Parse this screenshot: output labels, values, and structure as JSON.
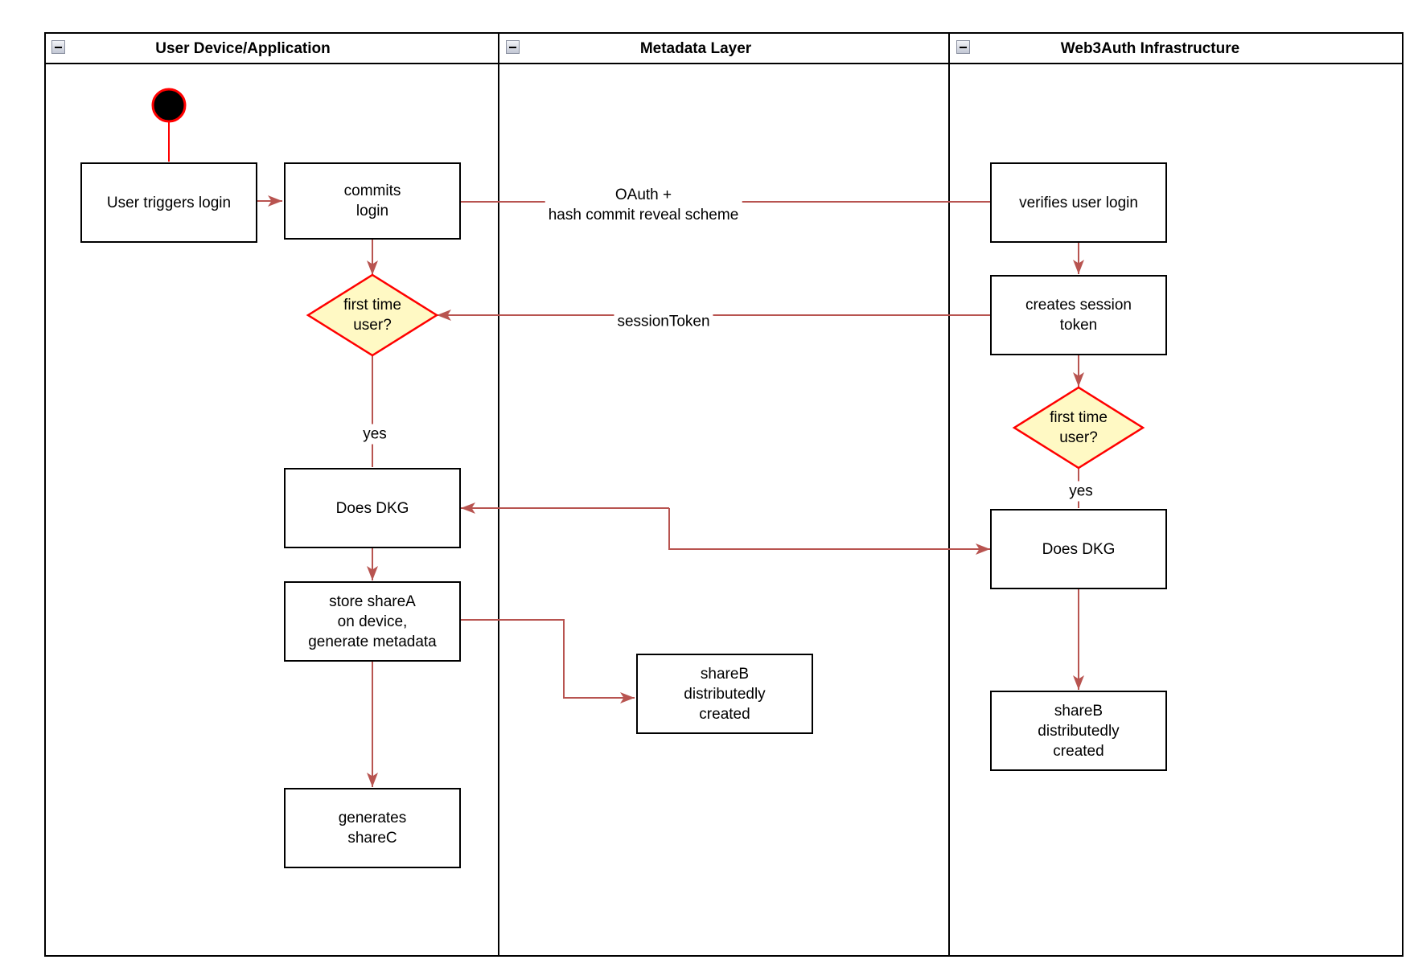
{
  "lanes": [
    {
      "title": "User Device/Application"
    },
    {
      "title": "Metadata Layer"
    },
    {
      "title": "Web3Auth Infrastructure"
    }
  ],
  "nodes": {
    "user_triggers_login": "User triggers login",
    "commits_login": "commits\nlogin",
    "first_time_user_device": "first time\nuser?",
    "does_dkg_device": "Does DKG",
    "store_sharea": "store shareA\non device,\ngenerate metadata",
    "generates_sharec": "generates\nshareC",
    "shareb_metadata": "shareB\ndistributedly\ncreated",
    "verifies_user_login": "verifies user login",
    "creates_session_token": "creates session\ntoken",
    "first_time_user_infra": "first time\nuser?",
    "does_dkg_infra": "Does DKG",
    "shareb_infra": "shareB\ndistributedly\ncreated"
  },
  "edge_labels": {
    "oauth": "OAuth +\nhash commit reveal scheme",
    "session_token": "sessionToken",
    "yes_device": "yes",
    "yes_infra": "yes"
  },
  "colors": {
    "connector": "#B85450",
    "decision_fill": "#FFF9C4",
    "decision_stroke": "#FF0000",
    "start_fill": "#000000",
    "start_stroke": "#FF0000",
    "node_stroke": "#000000",
    "node_fill": "#FFFFFF"
  },
  "icons": {
    "collapse": "minus-icon"
  }
}
